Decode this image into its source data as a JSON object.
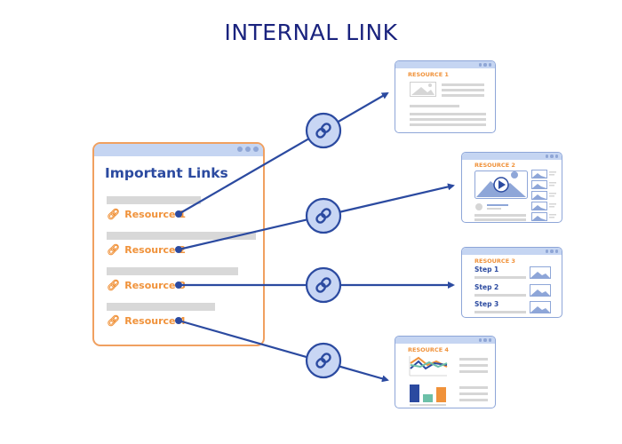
{
  "title": "INTERNAL LINK",
  "colors": {
    "title": "#1a237e",
    "accent_orange": "#f0923a",
    "border_orange": "#f0a060",
    "link_blue": "#2b4aa0",
    "circle_fill": "#c8d6f4",
    "card_bar": "#c5d5f2",
    "placeholder_gray": "#d8d8d8"
  },
  "main_card": {
    "heading": "Important Links",
    "links": [
      {
        "label": "Resource 1",
        "icon": "link-chain-icon"
      },
      {
        "label": "Resource 2",
        "icon": "link-chain-icon"
      },
      {
        "label": "Resource 3",
        "icon": "link-chain-icon"
      },
      {
        "label": "Resource 4",
        "icon": "link-chain-icon"
      }
    ]
  },
  "resources": [
    {
      "label": "RESOURCE 1",
      "type": "article"
    },
    {
      "label": "RESOURCE 2",
      "type": "video"
    },
    {
      "label": "RESOURCE 3",
      "type": "steps",
      "steps": [
        "Step 1",
        "Step 2",
        "Step 3"
      ]
    },
    {
      "label": "RESOURCE 4",
      "type": "charts"
    }
  ],
  "connector_icon": "link-chain-icon"
}
